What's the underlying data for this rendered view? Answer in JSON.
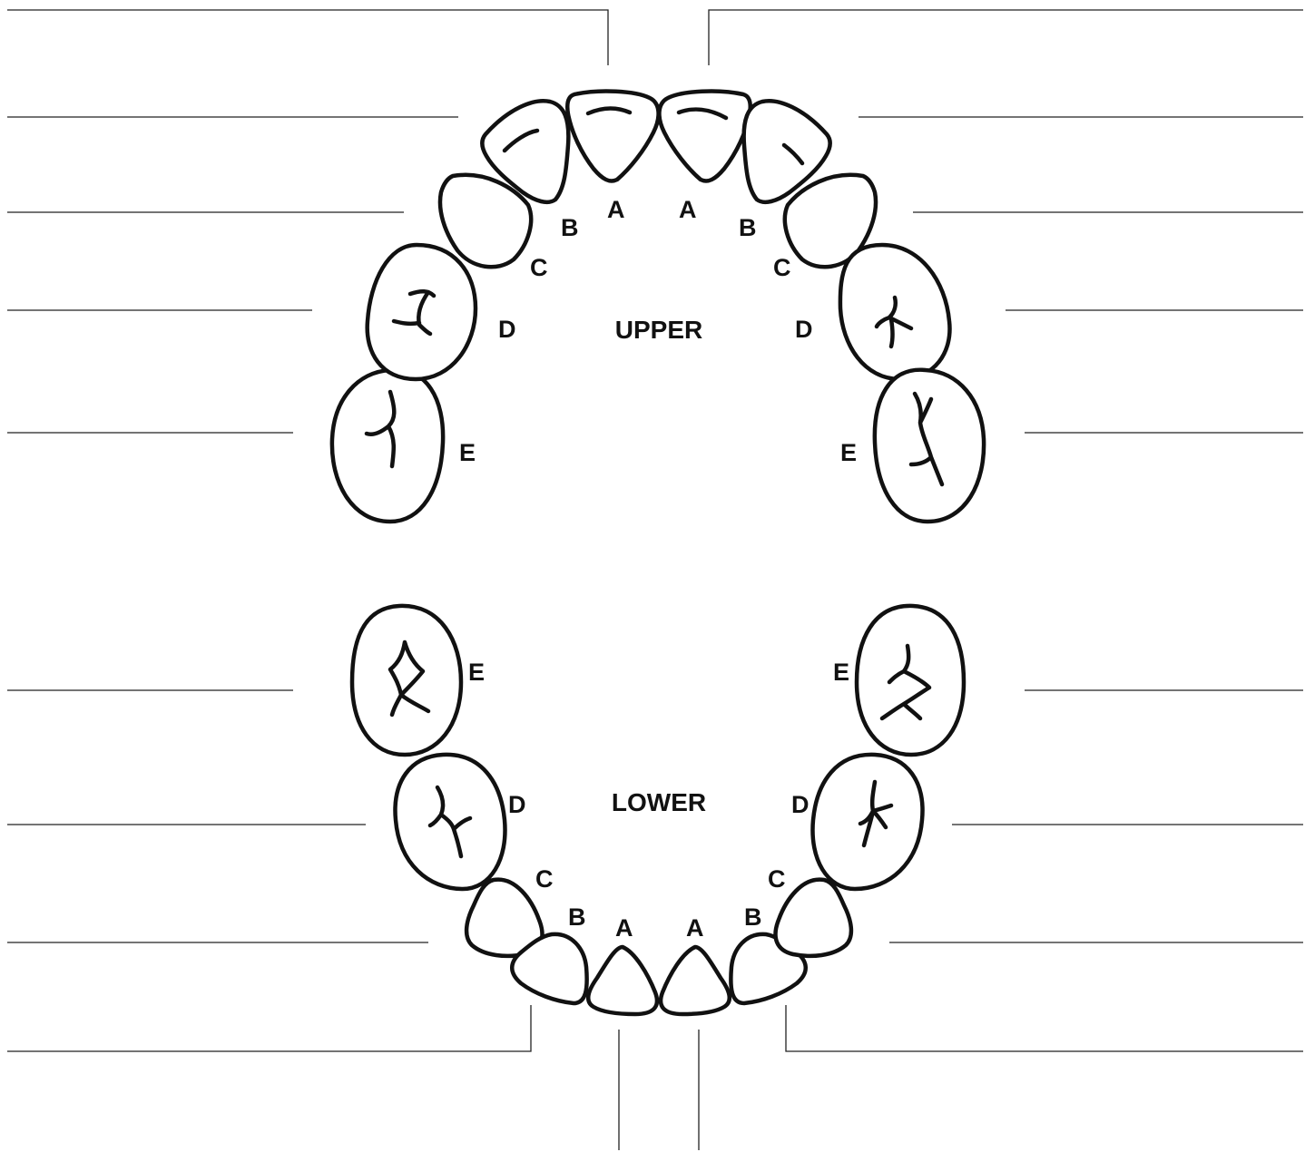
{
  "diagram": {
    "upper_label": "UPPER",
    "lower_label": "LOWER",
    "tooth_letters": {
      "a": "A",
      "b": "B",
      "c": "C",
      "d": "D",
      "e": "E"
    },
    "line_color": "#111111",
    "background": "#ffffff"
  }
}
